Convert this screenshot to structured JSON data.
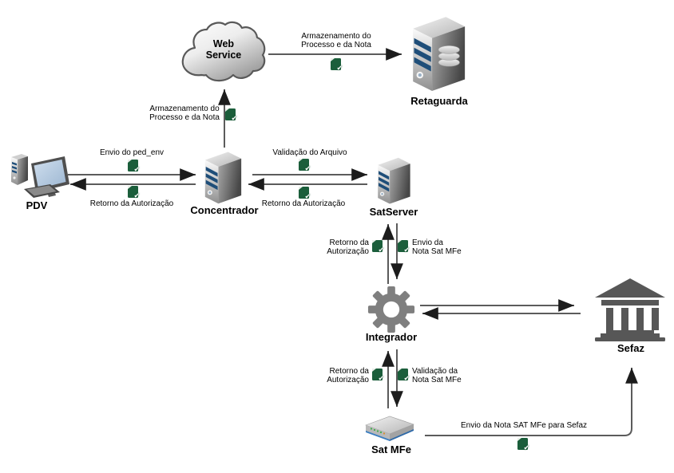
{
  "diagram": {
    "nodes": {
      "pdv": {
        "label": "PDV",
        "icon": "desktop-computer-icon"
      },
      "web_service": {
        "label": "Web Service",
        "icon": "cloud-icon"
      },
      "retaguarda": {
        "label": "Retaguarda",
        "icon": "database-server-icon"
      },
      "concentrador": {
        "label": "Concentrador",
        "icon": "server-icon"
      },
      "satserver": {
        "label": "SatServer",
        "icon": "server-icon"
      },
      "integrador": {
        "label": "Integrador",
        "icon": "gear-icon"
      },
      "sefaz": {
        "label": "Sefaz",
        "icon": "government-building-icon"
      },
      "sat_mfe": {
        "label": "Sat MFe",
        "icon": "sat-device-icon"
      }
    },
    "edge_labels": {
      "envio_ped_env": "Envio do ped_env",
      "retorno_autorizacao_pdv": "Retorno da Autorização",
      "armazenamento_processo_nota_vertical": "Armazenamento do\nProcesso e da Nota",
      "armazenamento_processo_nota_topo": "Armazenamento do\nProcesso e da Nota",
      "validacao_arquivo": "Validação do Arquivo",
      "retorno_autorizacao_satserver": "Retorno da Autorização",
      "retorno_autorizacao_integrador": "Retorno da\nAutorização",
      "envio_nota_sat_mfe": "Envio da\nNota Sat MFe",
      "retorno_autorizacao_sat_mfe": "Retorno da\nAutorização",
      "validacao_nota_sat_mfe": "Validação da\nNota Sat MFe",
      "envio_nota_sat_mfe_sefaz": "Envio da Nota SAT MFe para Sefaz"
    },
    "colors": {
      "arrow_line": "#5b5b5b",
      "arrow_head": "#1c1c1c",
      "server_stripe_blue": "#1f4e79",
      "doc_icon_green": "#1b5e3b",
      "gear_gray": "#7f7f7f",
      "building_gray": "#575757",
      "device_edge_blue": "#3d7fc1",
      "led_green": "#3fae49"
    }
  }
}
